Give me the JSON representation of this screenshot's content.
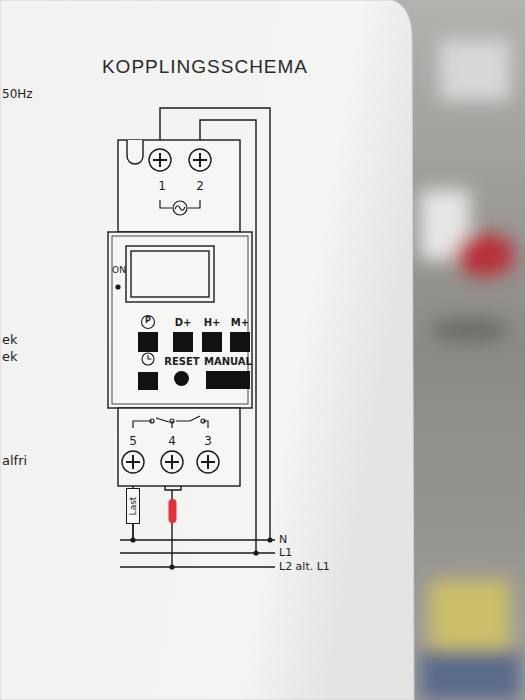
{
  "diagram": {
    "title": "KOPPLINGSSCHEMA",
    "nodes": [
      {
        "text": [
          "D+"
        ]
      },
      {
        "text": [
          "H+"
        ]
      },
      {
        "text": [
          "M+"
        ]
      },
      {
        "text": [
          "RESET"
        ]
      },
      {
        "text": [
          "MANUAL"
        ]
      },
      {
        "text": [
          "Last"
        ]
      }
    ],
    "labels": [
      "50Hz",
      "1",
      "2",
      "P",
      "ON",
      "5",
      "4",
      "3",
      "N",
      "L1",
      "L2 alt. L1",
      "ek",
      "ek",
      "alfri"
    ]
  }
}
